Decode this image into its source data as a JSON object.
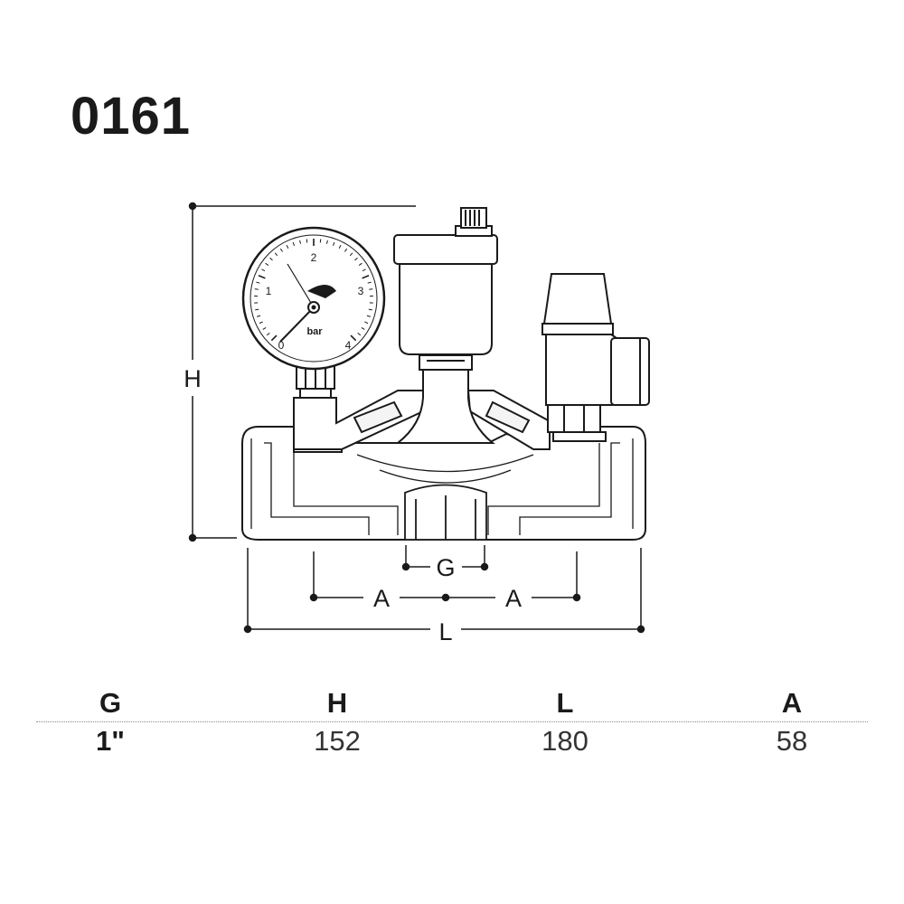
{
  "product_code": "0161",
  "diagram": {
    "gauge_unit": "bar",
    "gauge_scale": [
      "0",
      "1",
      "2",
      "3",
      "4"
    ],
    "dimension_labels": {
      "height": "H",
      "connection": "G",
      "half_distance_left": "A",
      "half_distance_right": "A",
      "length": "L"
    }
  },
  "spec_table": {
    "headers": [
      "G",
      "H",
      "L",
      "A"
    ],
    "values": [
      "1\"",
      "152",
      "180",
      "58"
    ]
  }
}
